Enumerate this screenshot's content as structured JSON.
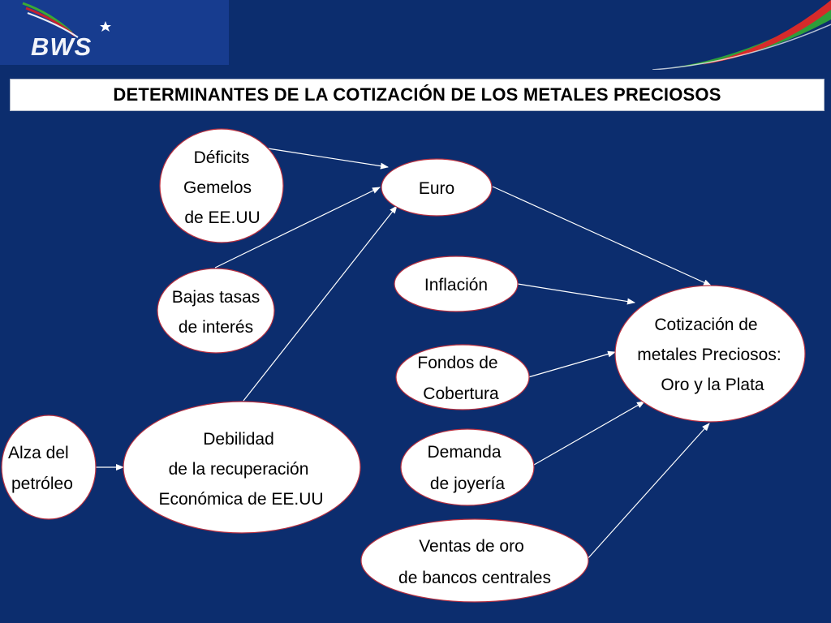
{
  "header": {
    "logo_text": "BWS",
    "logo_icon": "bws-swoosh-star-icon"
  },
  "title": "DETERMINANTES DE LA COTIZACIÓN DE LOS METALES PRECIOSOS",
  "nodes": {
    "deficits": [
      "Déficits",
      "Gemelos",
      "de EE.UU"
    ],
    "euro": [
      "Euro"
    ],
    "bajas_tasas": [
      "Bajas tasas",
      "de interés"
    ],
    "inflacion": [
      "Inflación"
    ],
    "fondos": [
      "Fondos de",
      "Cobertura"
    ],
    "cotizacion": [
      "Cotización de",
      "metales Preciosos:",
      "Oro y la Plata"
    ],
    "alza": [
      "Alza del",
      "petróleo"
    ],
    "debilidad": [
      "Debilidad",
      "de la recuperación",
      "Económica de EE.UU"
    ],
    "demanda": [
      "Demanda",
      "de joyería"
    ],
    "ventas": [
      "Ventas de oro",
      "de bancos centrales"
    ]
  },
  "colors": {
    "background": "#0c2d6e",
    "node_border": "#b83040",
    "arrow": "#ffffff"
  }
}
